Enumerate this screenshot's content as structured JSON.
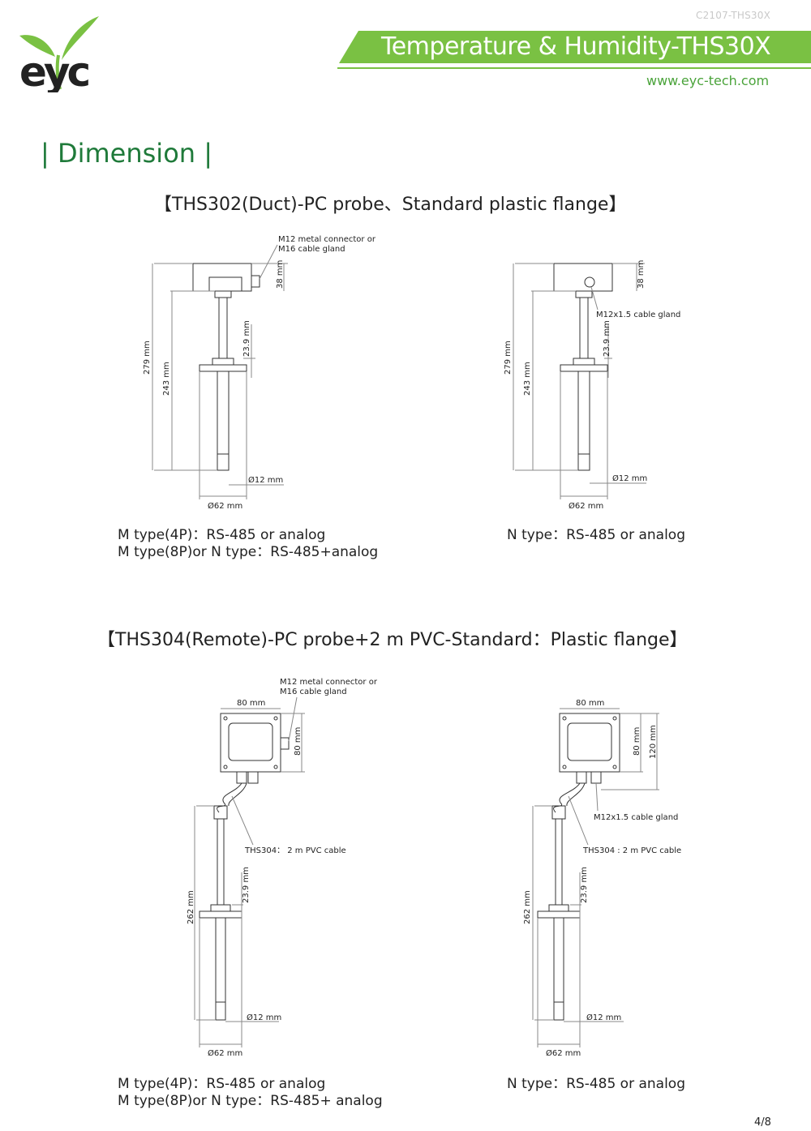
{
  "header": {
    "doc_code": "C2107-THS30X",
    "title": "Temperature & Humidity-THS30X",
    "website": "www.eyc-tech.com",
    "logo_text": "eyc",
    "brand_green": "#7ac143"
  },
  "section": {
    "title": "| Dimension |"
  },
  "figure1": {
    "caption": "【THS302(Duct)-PC probe、Standard plastic flange】",
    "left": {
      "callout": [
        "M12 metal connector or",
        "M16 cable gland"
      ],
      "dims": {
        "d279": "279 mm",
        "d243": "243 mm",
        "d38": "38 mm",
        "d239": "23.9 mm",
        "d12": "Ø12 mm",
        "d62": "Ø62 mm"
      },
      "notes": [
        "M type(4P)：RS-485 or analog",
        "M type(8P)or N type：RS-485+analog"
      ]
    },
    "right": {
      "callout": "M12x1.5 cable gland",
      "dims": {
        "d279": "279 mm",
        "d243": "243 mm",
        "d38": "38 mm",
        "d239": "23.9 mm",
        "d12": "Ø12 mm",
        "d62": "Ø62 mm"
      },
      "notes": [
        "N type：RS-485 or analog"
      ]
    }
  },
  "figure2": {
    "caption": "【THS304(Remote)-PC probe+2 m PVC-Standard：Plastic flange】",
    "left": {
      "callout": [
        "M12 metal connector or",
        "M16 cable gland"
      ],
      "cable_label": "THS304： 2 m PVC cable",
      "dims": {
        "d80w": "80 mm",
        "d80h": "80 mm",
        "d262": "262 mm",
        "d239": "23.9 mm",
        "d12": "Ø12 mm",
        "d62": "Ø62 mm"
      },
      "notes": [
        "M type(4P)：RS-485 or analog",
        "M type(8P)or N type：RS-485+ analog"
      ]
    },
    "right": {
      "callout": "M12x1.5 cable gland",
      "cable_label": "THS304 : 2 m PVC cable",
      "dims": {
        "d80w": "80 mm",
        "d80h": "80 mm",
        "d120": "120 mm",
        "d262": "262 mm",
        "d239": "23.9 mm",
        "d12": "Ø12 mm",
        "d62": "Ø62 mm"
      },
      "notes": [
        "N type：RS-485 or analog"
      ]
    }
  },
  "footer": {
    "page": "4/8"
  }
}
